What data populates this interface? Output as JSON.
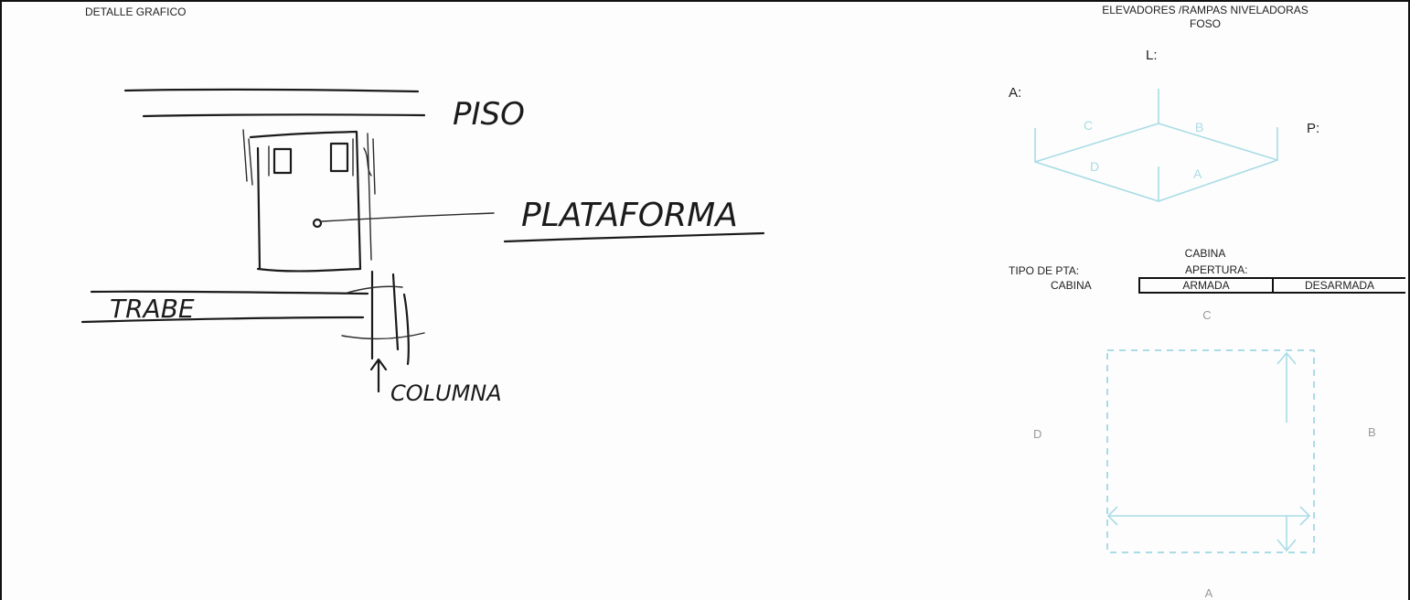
{
  "header": {
    "section_title": "DETALLE GRAFICO",
    "form_title_line1": "ELEVADORES /RAMPAS NIVELADORAS",
    "form_title_line2": "FOSO"
  },
  "foso": {
    "label_L": "L:",
    "label_A": "A:",
    "label_P": "P:",
    "face_labels": [
      "C",
      "B",
      "D",
      "A"
    ]
  },
  "cabina": {
    "title": "CABINA",
    "tipo_pta_label": "TIPO DE PTA:",
    "tipo_pta_value": "CABINA",
    "apertura_label": "APERTURA:",
    "options": [
      "ARMADA",
      "DESARMADA"
    ],
    "side_labels": {
      "top": "C",
      "left": "D",
      "right": "B",
      "bottom": "A"
    }
  },
  "sketch": {
    "annotations": [
      "PISO",
      "PLATAFORMA",
      "TRABE",
      "COLUMNA"
    ]
  }
}
